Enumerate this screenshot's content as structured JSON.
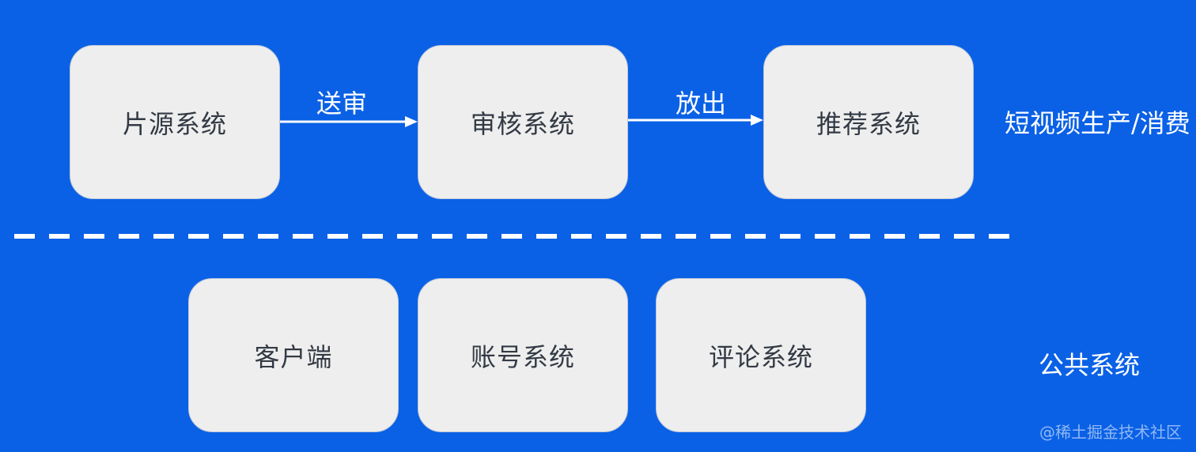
{
  "diagram": {
    "top_row": {
      "box1": "片源系统",
      "box2": "审核系统",
      "box3": "推荐系统",
      "arrow1_label": "送审",
      "arrow2_label": "放出",
      "side_label": "短视频生产/消费"
    },
    "bottom_row": {
      "box1": "客户端",
      "box2": "账号系统",
      "box3": "评论系统",
      "side_label": "公共系统"
    }
  },
  "watermark": "@稀土掘金技术社区",
  "colors": {
    "background": "#0a61e6",
    "box_fill": "#eeeeee",
    "box_text": "#333a44",
    "line": "#ffffff"
  }
}
